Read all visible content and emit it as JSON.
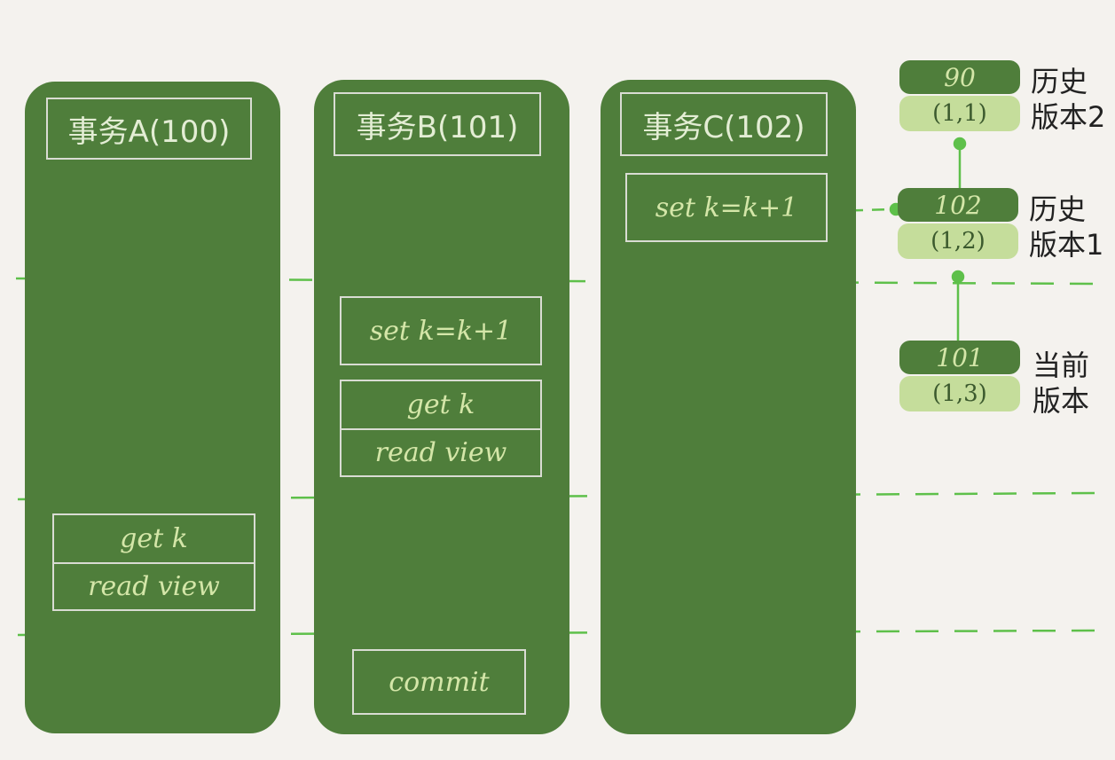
{
  "transactions": {
    "a": {
      "title": "事务A(100)",
      "get": "get k",
      "read_view": "read view"
    },
    "b": {
      "title": "事务B(101)",
      "set": "set k=k+1",
      "get": "get k",
      "read_view": "read view",
      "commit": "commit"
    },
    "c": {
      "title": "事务C(102)",
      "set": "set k=k+1"
    }
  },
  "versions": [
    {
      "trx_id": "90",
      "value": "(1,1)",
      "label_line1": "历史",
      "label_line2": "版本2"
    },
    {
      "trx_id": "102",
      "value": "(1,2)",
      "label_line1": "历史",
      "label_line2": "版本1"
    },
    {
      "trx_id": "101",
      "value": "(1,3)",
      "label_line1": "当前",
      "label_line2": "版本"
    }
  ],
  "colors": {
    "column_green": "#4f7e3b",
    "text_light_green": "#d4e6a8",
    "version_light_green": "#c5dd9b",
    "dashed_line_green": "#5ec04a",
    "background": "#f4f2ee"
  }
}
